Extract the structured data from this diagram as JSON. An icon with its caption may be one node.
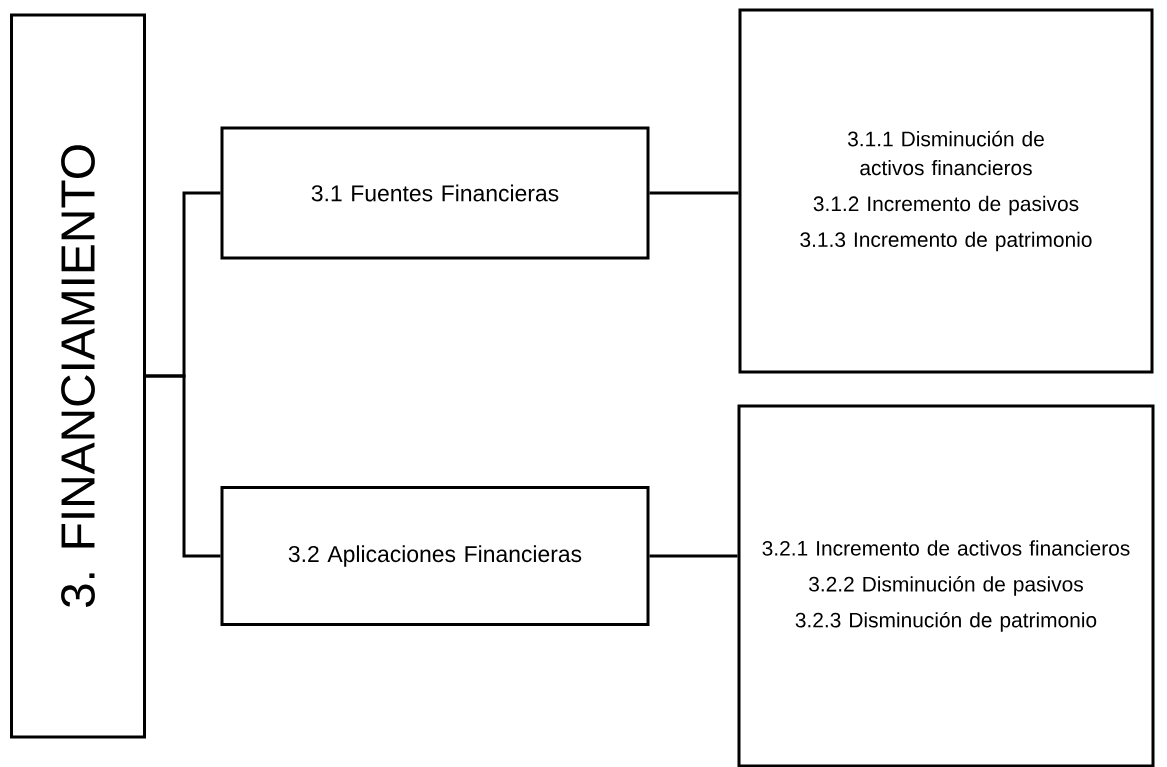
{
  "diagram": {
    "nodes": [
      {
        "text": [
          "3. FINANCIAMIENTO"
        ]
      },
      {
        "text": [
          "3.1 Fuentes Financieras"
        ]
      },
      {
        "text": [
          "3.2 Aplicaciones Financieras"
        ]
      },
      {
        "text": [
          "3.1.1 Disminución de activos financieros",
          "3.1.2 Incremento de pasivos",
          "3.1.3 Incremento de patrimonio"
        ]
      },
      {
        "text": [
          "3.2.1 Incremento de activos financieros",
          "3.2.2 Disminución de pasivos",
          "3.2.3 Disminución de patrimonio"
        ]
      }
    ],
    "edges": [
      {
        "from": 0,
        "to": 1,
        "arrow": "none"
      },
      {
        "from": 0,
        "to": 2,
        "arrow": "none"
      },
      {
        "from": 1,
        "to": 3,
        "arrow": "none"
      },
      {
        "from": 2,
        "to": 4,
        "arrow": "none"
      }
    ]
  }
}
